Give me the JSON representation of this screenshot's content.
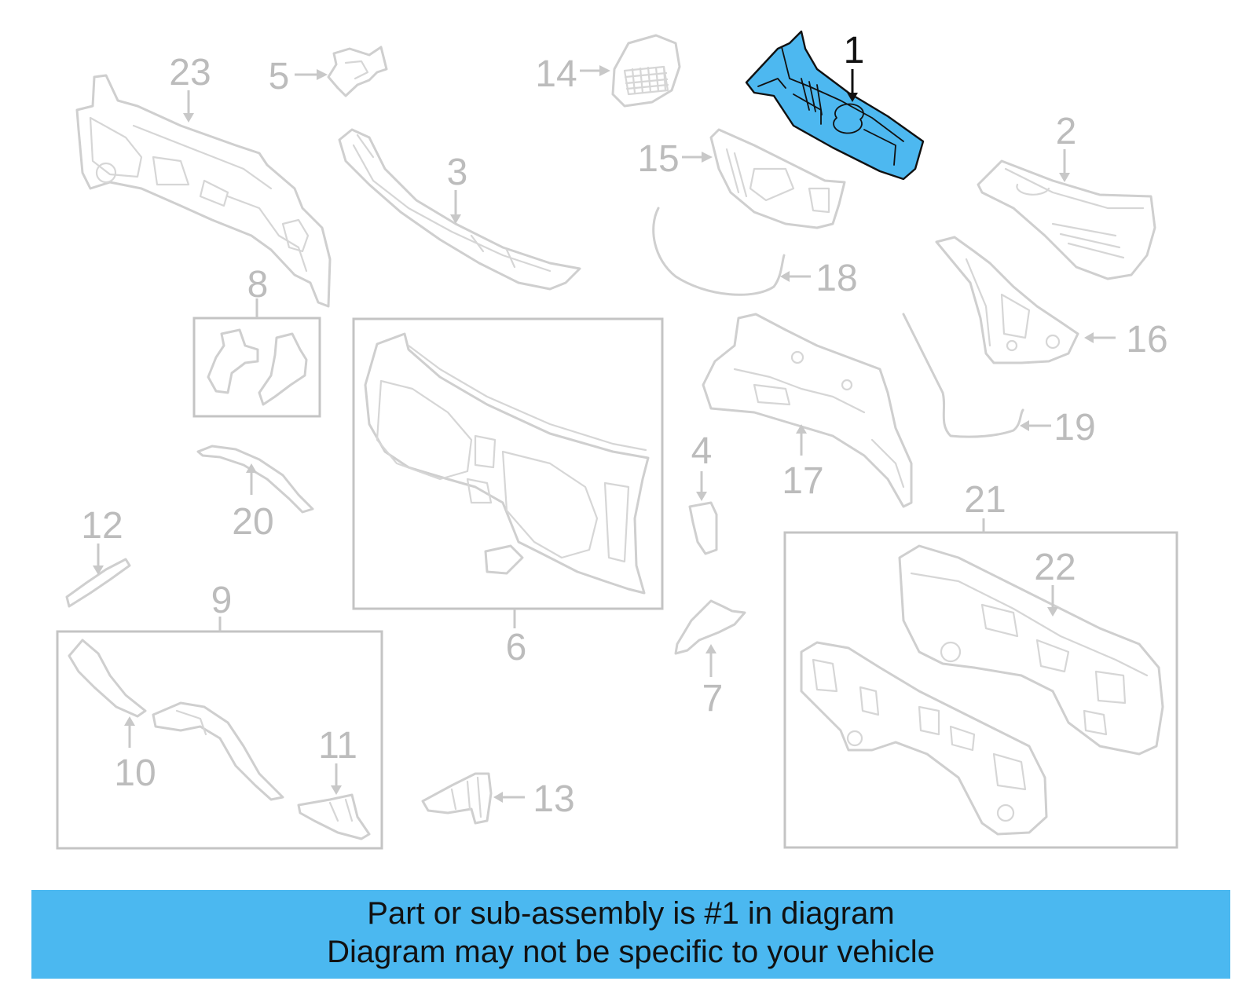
{
  "labels": {
    "p1": "1",
    "p2": "2",
    "p3": "3",
    "p4": "4",
    "p5": "5",
    "p6": "6",
    "p7": "7",
    "p8": "8",
    "p9": "9",
    "p10": "10",
    "p11": "11",
    "p12": "12",
    "p13": "13",
    "p14": "14",
    "p15": "15",
    "p16": "16",
    "p17": "17",
    "p18": "18",
    "p19": "19",
    "p20": "20",
    "p21": "21",
    "p22": "22",
    "p23": "23"
  },
  "banner": {
    "line1": "Part or sub-assembly is #1 in diagram",
    "line2": "Diagram may not be specific to your vehicle"
  },
  "colors": {
    "highlight": "#4db8f0",
    "banner": "#4bb8f0",
    "part_lines": "#cfcfcf",
    "label_text": "#bcbcbc"
  }
}
